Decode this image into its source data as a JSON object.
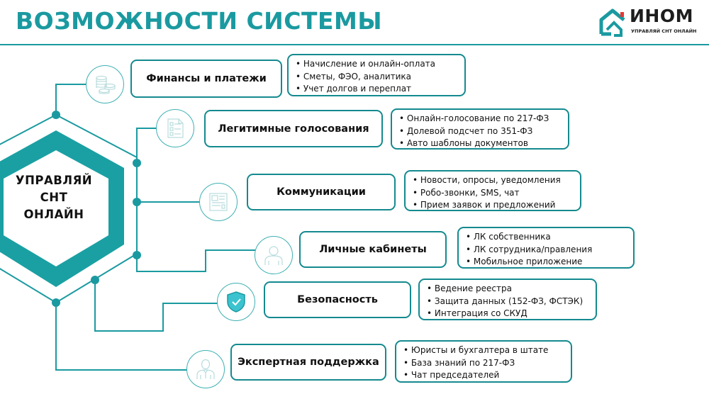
{
  "header": {
    "title": "ВОЗМОЖНОСТИ СИСТЕМЫ",
    "logo_name": "ИНОМ",
    "logo_tagline": "УПРАВЛЯЙ СНТ ОНЛАЙН"
  },
  "center": {
    "lines": [
      "УПРАВЛЯЙ",
      "СНТ",
      "ОНЛАЙН"
    ]
  },
  "colors": {
    "accent": "#1a9aa0",
    "box_border": "#148a8f",
    "icon_stroke": "#3fb0b3",
    "shield_fill": "#3cc3cf",
    "logo_red": "#e53935"
  },
  "features": [
    {
      "title": "Финансы и платежи",
      "icon": "coins-icon",
      "items": [
        "Начисление и онлайн-оплата",
        "Сметы, ФЭО, аналитика",
        "Учет долгов и переплат"
      ]
    },
    {
      "title": "Легитимные голосования",
      "icon": "checklist-document-icon",
      "items": [
        "Онлайн-голосование по 217-ФЗ",
        "Долевой подсчет по 351-ФЗ",
        "Авто шаблоны документов"
      ]
    },
    {
      "title": "Коммуникации",
      "icon": "newsletter-icon",
      "items": [
        "Новости, опросы, уведомления",
        "Робо-звонки, SMS, чат",
        "Прием заявок и предложений"
      ]
    },
    {
      "title": "Личные кабинеты",
      "icon": "user-icon",
      "items": [
        "ЛК собственника",
        "ЛК сотрудника/правления",
        "Мобильное приложение"
      ]
    },
    {
      "title": "Безопасность",
      "icon": "shield-check-icon",
      "items": [
        "Ведение реестра",
        "Защита данных (152-ФЗ, ФСТЭК)",
        "Интеграция со СКУД"
      ]
    },
    {
      "title": "Экспертная поддержка",
      "icon": "expert-person-icon",
      "items": [
        "Юристы и бухгалтера в штате",
        "База знаний по 217-ФЗ",
        "Чат председателей"
      ]
    }
  ]
}
